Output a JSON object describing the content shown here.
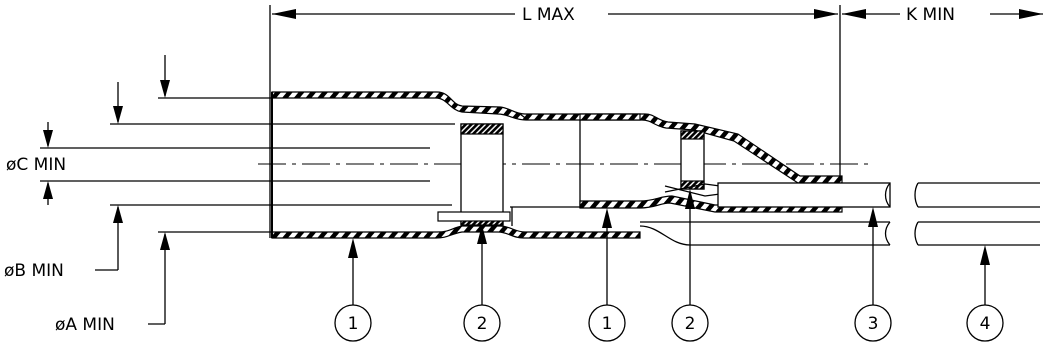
{
  "dimensions": {
    "length": "L  MAX",
    "offset": "K  MIN",
    "dia_c": "øC  MIN",
    "dia_b": "øB  MIN",
    "dia_a": "øA  MIN"
  },
  "callouts": [
    "1",
    "2",
    "1",
    "2",
    "3",
    "4"
  ]
}
